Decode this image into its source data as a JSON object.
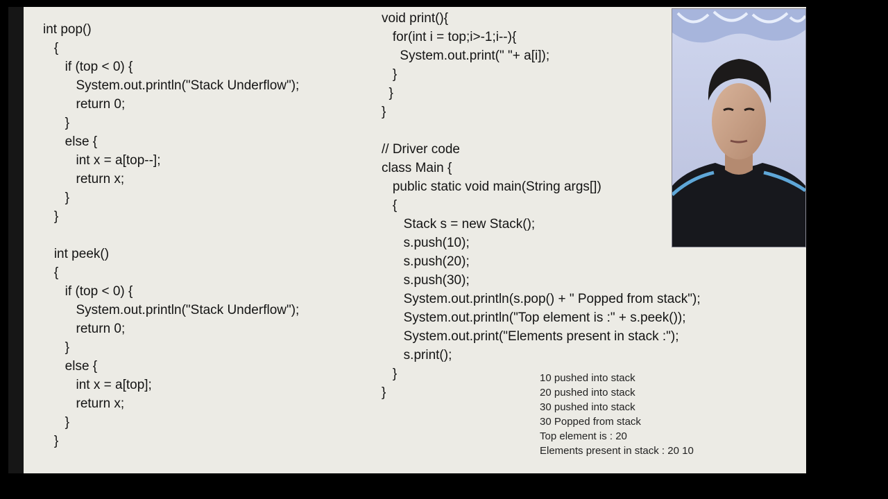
{
  "left_code": [
    "int pop()",
    "   {",
    "      if (top < 0) {",
    "         System.out.println(\"Stack Underflow\");",
    "         return 0;",
    "      }",
    "      else {",
    "         int x = a[top--];",
    "         return x;",
    "      }",
    "   }",
    "",
    "   int peek()",
    "   {",
    "      if (top < 0) {",
    "         System.out.println(\"Stack Underflow\");",
    "         return 0;",
    "      }",
    "      else {",
    "         int x = a[top];",
    "         return x;",
    "      }",
    "   }"
  ],
  "right_code": [
    "void print(){",
    "   for(int i = top;i>-1;i--){",
    "     System.out.print(\" \"+ a[i]);",
    "   }",
    "  }",
    "}",
    "",
    "// Driver code",
    "class Main {",
    "   public static void main(String args[])",
    "   {",
    "      Stack s = new Stack();",
    "      s.push(10);",
    "      s.push(20);",
    "      s.push(30);",
    "      System.out.println(s.pop() + \" Popped from stack\");",
    "      System.out.println(\"Top element is :\" + s.peek());",
    "      System.out.print(\"Elements present in stack :\");",
    "      s.print();",
    "   }",
    "}"
  ],
  "console_output": [
    "10 pushed into stack",
    "20 pushed into stack",
    "30 pushed into stack",
    "30 Popped from stack",
    "Top element is : 20",
    "Elements present in stack : 20 10"
  ],
  "colors": {
    "slide_background": "#ecebe5",
    "frame_background": "#000000",
    "side_stripe": "#161616",
    "code_text": "#141414",
    "console_text": "#222222"
  }
}
